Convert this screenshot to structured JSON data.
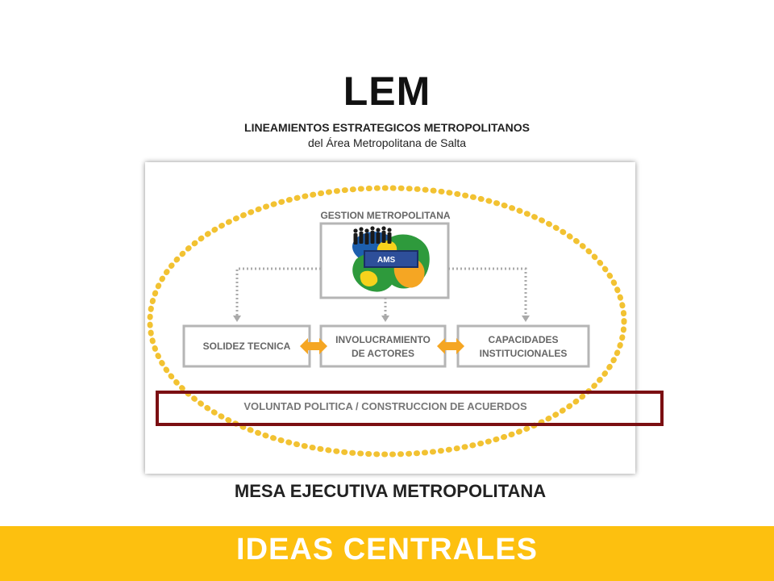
{
  "slide": {
    "title": "LEM",
    "subtitle": "LINEAMIENTOS ESTRATEGICOS METROPOLITANOS",
    "subtitle2": "del Área Metropolitana de Salta",
    "bottom_caption": "MESA EJECUTIVA METROPOLITANA",
    "footer": "IDEAS CENTRALES"
  },
  "diagram": {
    "top_label": "GESTION METROPOLITANA",
    "center_label": "AMS",
    "boxes": {
      "left": [
        "SOLIDEZ TECNICA"
      ],
      "middle": [
        "INVOLUCRAMIENTO",
        "DE ACTORES"
      ],
      "right": [
        "CAPACIDADES",
        "INSTITUCIONALES"
      ]
    },
    "band_label": "VOLUNTAD POLITICA / CONSTRUCCION DE ACUERDOS"
  },
  "colors": {
    "accent_yellow": "#fdc00f",
    "dotted_ellipse": "#f2c232",
    "highlight_border": "#7b0f12",
    "blob_green": "#2e9a3c",
    "blob_blue": "#1d5fae",
    "blob_orange": "#f5a623",
    "blob_yellow": "#f7d21c"
  },
  "icons": [
    "people-silhouettes-icon",
    "double-arrow-icon",
    "dotted-arrow-icon"
  ]
}
